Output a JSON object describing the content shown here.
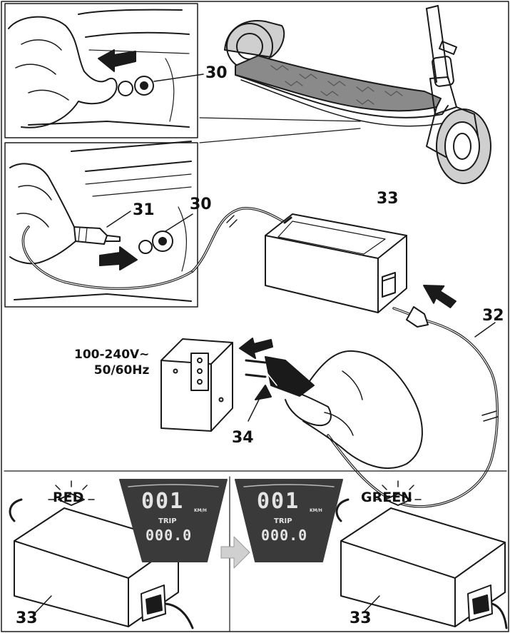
{
  "callouts": {
    "port_top": "30",
    "port_middle": "30",
    "charger_plug": "31",
    "ac_cable": "32",
    "charger_top": "33",
    "charger_bottom_left": "33",
    "charger_bottom_right": "33",
    "mains_plug": "34"
  },
  "voltage": {
    "line1": "100-240V~",
    "line2": "50/60Hz"
  },
  "status": {
    "left_label": "RED",
    "right_label": "GREEN"
  },
  "display_left": {
    "speed": "001",
    "unit": "KM/H",
    "trip_label": "TRIP",
    "trip_value": "000.0"
  },
  "display_right": {
    "speed": "001",
    "unit": "KM/H",
    "trip_label": "TRIP",
    "trip_value": "000.0"
  },
  "colors": {
    "line": "#1a1a1a",
    "display_bg": "#3a3a3a",
    "arrow_fill": "#d0d0d0",
    "deck_grip": "#8a8a8a"
  }
}
